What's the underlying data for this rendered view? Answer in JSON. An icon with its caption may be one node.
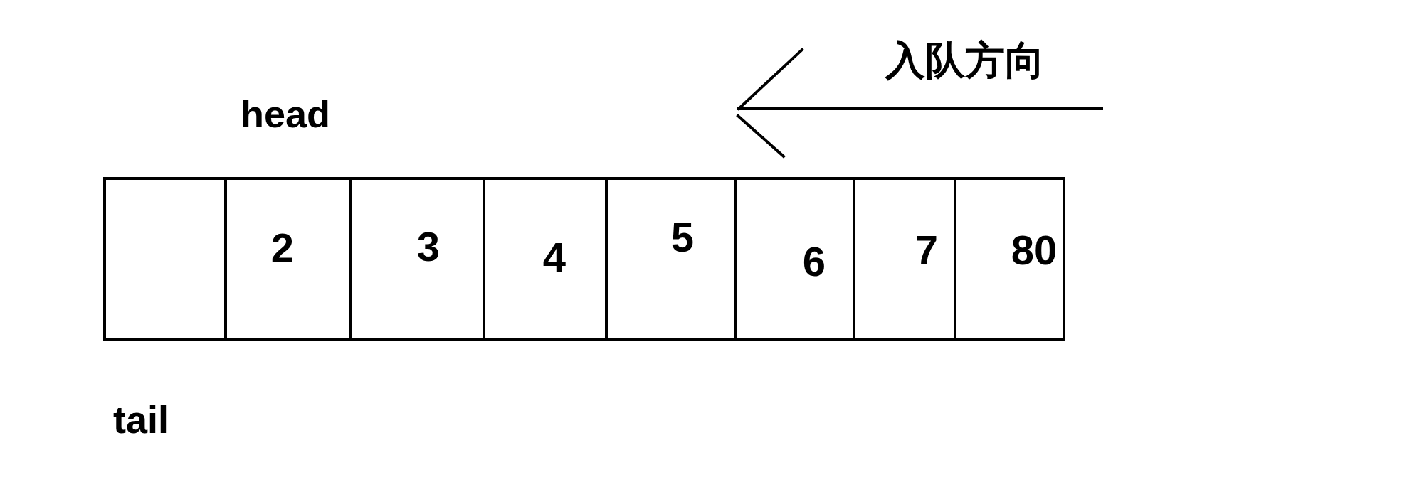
{
  "diagram": {
    "nodes": [
      {
        "text": [],
        "shape": "box"
      },
      {
        "text": [
          "2"
        ]
      },
      {
        "text": [
          "3"
        ]
      },
      {
        "text": [
          "4"
        ]
      },
      {
        "text": [
          "5"
        ]
      },
      {
        "text": [
          "6"
        ]
      },
      {
        "text": [
          "7"
        ]
      },
      {
        "text": [
          "80"
        ]
      }
    ],
    "labels": [
      "入队方向",
      "head",
      "tail"
    ]
  }
}
